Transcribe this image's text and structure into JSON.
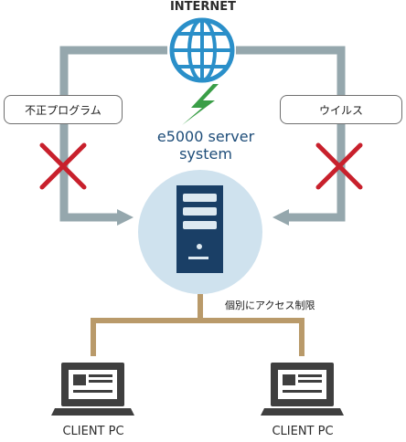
{
  "internet": {
    "label": "INTERNET"
  },
  "threats": {
    "left": "不正プログラム",
    "right": "ウイルス"
  },
  "server": {
    "line1": "e5000 server",
    "line2": "system"
  },
  "lan": {
    "label": "個別にアクセス制限"
  },
  "clients": [
    {
      "label": "CLIENT PC"
    },
    {
      "label": "CLIENT PC"
    }
  ],
  "colors": {
    "uplink": "#95a7ad",
    "lan": "#b99a6a",
    "block_cross": "#c8202c",
    "bolt": "#3a9e47",
    "globe": "#2a8fc9",
    "server_body": "#1a3f66",
    "server_halo": "#cfe2ee",
    "pc": "#3f3f3f"
  },
  "icons": [
    "globe-icon",
    "lightning-icon",
    "server-icon",
    "block-x-icon",
    "laptop-icon"
  ]
}
